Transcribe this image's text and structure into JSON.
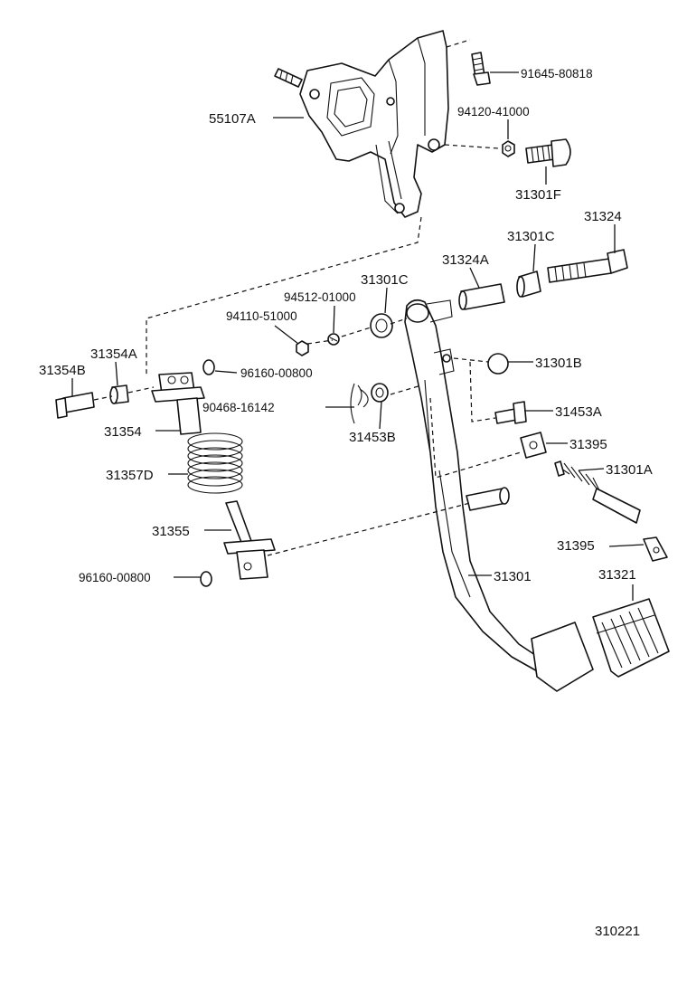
{
  "parts": {
    "p55107A": "55107A",
    "p91645": "91645-80818",
    "p94120": "94120-41000",
    "p31301F": "31301F",
    "p31324": "31324",
    "p31301C_a": "31301C",
    "p31324A": "31324A",
    "p31301C_b": "31301C",
    "p94512": "94512-01000",
    "p94110": "94110-51000",
    "p31354A": "31354A",
    "p31354B": "31354B",
    "p96160_a": "96160-00800",
    "p31301B": "31301B",
    "p90468": "90468-16142",
    "p31453A": "31453A",
    "p31354": "31354",
    "p31453B": "31453B",
    "p31395_a": "31395",
    "p31357D": "31357D",
    "p31301A": "31301A",
    "p31355": "31355",
    "p31395_b": "31395",
    "p96160_b": "96160-00800",
    "p31301": "31301",
    "p31321": "31321"
  },
  "figure_id": "310221"
}
